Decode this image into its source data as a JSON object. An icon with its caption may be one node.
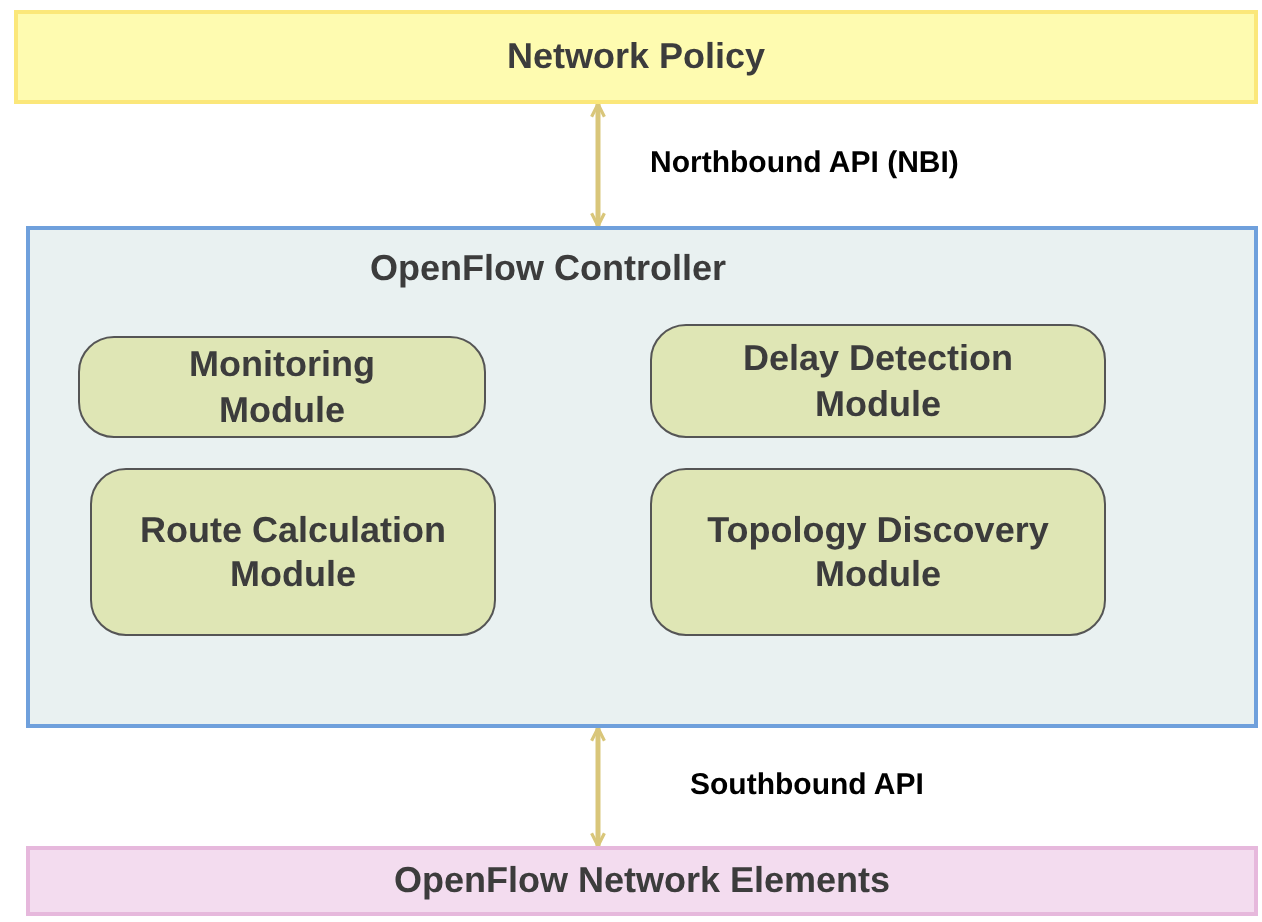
{
  "diagram": {
    "nodes": [
      {
        "text": [
          "Network Policy"
        ]
      },
      {
        "text": [
          "OpenFlow Controller"
        ]
      },
      {
        "text": [
          "Monitoring Module"
        ],
        "in": 1
      },
      {
        "text": [
          "Delay Detection Module"
        ],
        "in": 1
      },
      {
        "text": [
          "Route Calculation Module"
        ],
        "in": 1
      },
      {
        "text": [
          "Topology Discovery Module"
        ],
        "in": 1
      },
      {
        "text": [
          "OpenFlow Network Elements"
        ]
      }
    ],
    "edges": [
      {
        "from": 0,
        "to": 1,
        "arrow": "both",
        "label": "Northbound API (NBI)"
      },
      {
        "from": 1,
        "to": 6,
        "arrow": "both",
        "label": "Southbound API"
      }
    ]
  }
}
